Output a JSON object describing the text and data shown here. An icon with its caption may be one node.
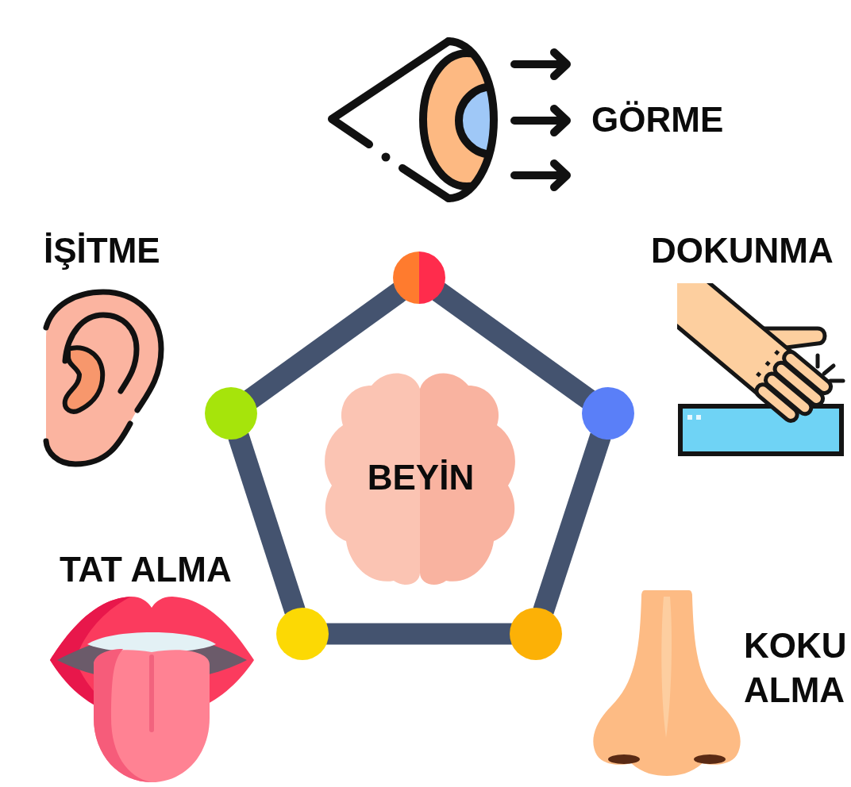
{
  "diagram": {
    "nodes": [
      {
        "text": [],
        "shape": "circle"
      },
      {
        "text": [],
        "shape": "circle"
      },
      {
        "text": [
          "BEYİN"
        ]
      },
      {
        "text": [],
        "shape": "circle"
      },
      {
        "text": [],
        "shape": "circle"
      },
      {
        "text": [],
        "shape": "circle"
      }
    ],
    "edges": [
      {
        "from": 0,
        "to": 1,
        "arrow": "none"
      },
      {
        "from": 0,
        "to": 3,
        "arrow": "none"
      },
      {
        "from": 1,
        "to": 4,
        "arrow": "none"
      },
      {
        "from": 3,
        "to": 5,
        "arrow": "none"
      },
      {
        "from": 4,
        "to": 5,
        "arrow": "none"
      }
    ],
    "labels": [
      "GÖRME",
      "İŞİTME",
      "DOKUNMA",
      "TAT ALMA",
      "KOKU ALMA"
    ]
  }
}
